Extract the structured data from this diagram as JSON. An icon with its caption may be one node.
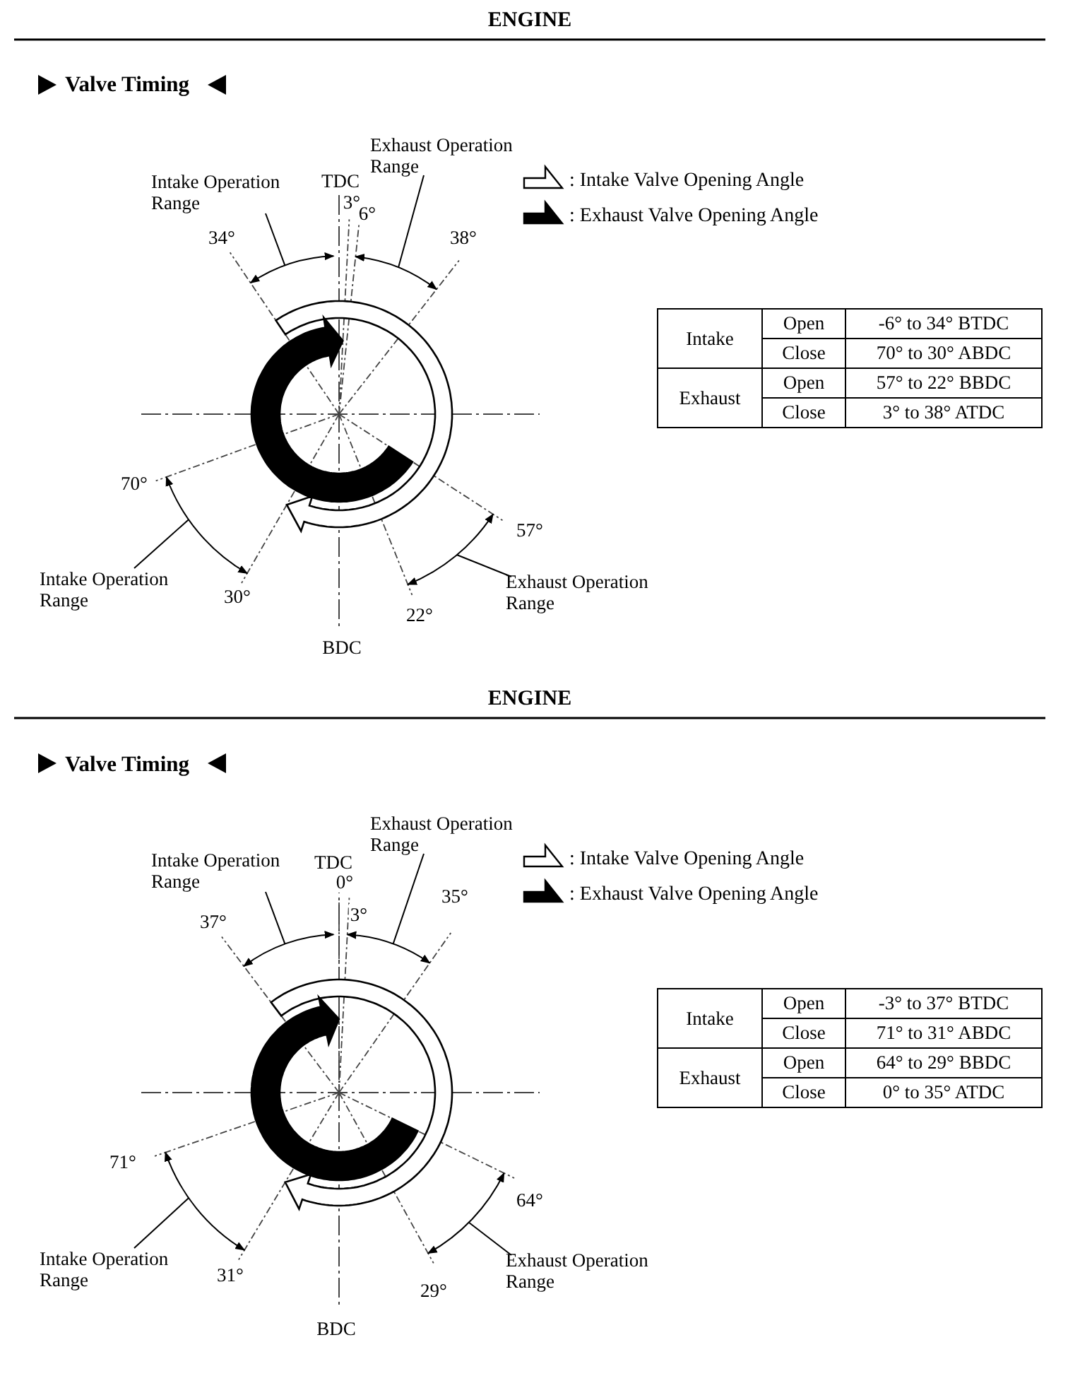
{
  "diagram": {
    "nodes": [
      {
        "text": [
          "Intake Operation Range"
        ]
      },
      {
        "text": [
          "Exhaust Operation Range"
        ]
      },
      {
        "text": [
          "Intake Operation Range"
        ]
      },
      {
        "text": [
          "Exhaust Operation Range"
        ]
      },
      {
        "text": [],
        "shape": "arc"
      },
      {
        "text": [],
        "shape": "arc"
      },
      {
        "text": [],
        "shape": "arc"
      },
      {
        "text": [],
        "shape": "arc"
      },
      {
        "text": [],
        "shape": "arrow"
      },
      {
        "text": [],
        "shape": "arrow"
      },
      {
        "text": [
          "Intake Operation Range"
        ]
      },
      {
        "text": [
          "Exhaust Operation Range"
        ]
      },
      {
        "text": [
          "Intake Operation Range"
        ]
      },
      {
        "text": [
          "Exhaust Operation Range"
        ]
      },
      {
        "text": [],
        "shape": "arc"
      },
      {
        "text": [],
        "shape": "arc"
      },
      {
        "text": [],
        "shape": "arc"
      },
      {
        "text": [],
        "shape": "arc"
      },
      {
        "text": [],
        "shape": "arrow"
      },
      {
        "text": [],
        "shape": "arrow"
      }
    ],
    "edges": [
      {
        "from": 0,
        "to": 4,
        "arrow": "none"
      },
      {
        "from": 1,
        "to": 5,
        "arrow": "none"
      },
      {
        "from": 2,
        "to": 6,
        "arrow": "none"
      },
      {
        "from": 3,
        "to": 7,
        "arrow": "none"
      },
      {
        "from": 10,
        "to": 14,
        "arrow": "none"
      },
      {
        "from": 11,
        "to": 15,
        "arrow": "none"
      },
      {
        "from": 12,
        "to": 16,
        "arrow": "none"
      },
      {
        "from": 13,
        "to": 17,
        "arrow": "none"
      }
    ],
    "labels": [
      "ENGINE",
      "Valve Timing",
      "TDC",
      "3°",
      "6°",
      "34°",
      "38°",
      "70°",
      "30°",
      "57°",
      "22°",
      "BDC",
      "Intake",
      "Open",
      "-6° to 34° BTDC",
      "Close",
      "70° to 30° ABDC",
      "Exhaust",
      "Open",
      "57° to 22° BBDC",
      "Close",
      "3° to 38° ATDC",
      "ENGINE",
      "Valve Timing",
      "TDC",
      "0°",
      "3°",
      "35°",
      "37°",
      "71°",
      "31°",
      "64°",
      "29°",
      "BDC",
      "Intake",
      "Open",
      "-3° to 37° BTDC",
      "Close",
      "71° to 31° ABDC",
      "Exhaust",
      "Open",
      "64° to 29° BBDC",
      "Close",
      "0° to 35° ATDC"
    ],
    "legend": [
      {
        "text": ": Intake Valve Opening Angle"
      },
      {
        "text": ": Exhaust Valve Opening Angle"
      },
      {
        "text": ": Intake Valve Opening Angle"
      },
      {
        "text": ": Exhaust Valve Opening Angle"
      }
    ]
  }
}
